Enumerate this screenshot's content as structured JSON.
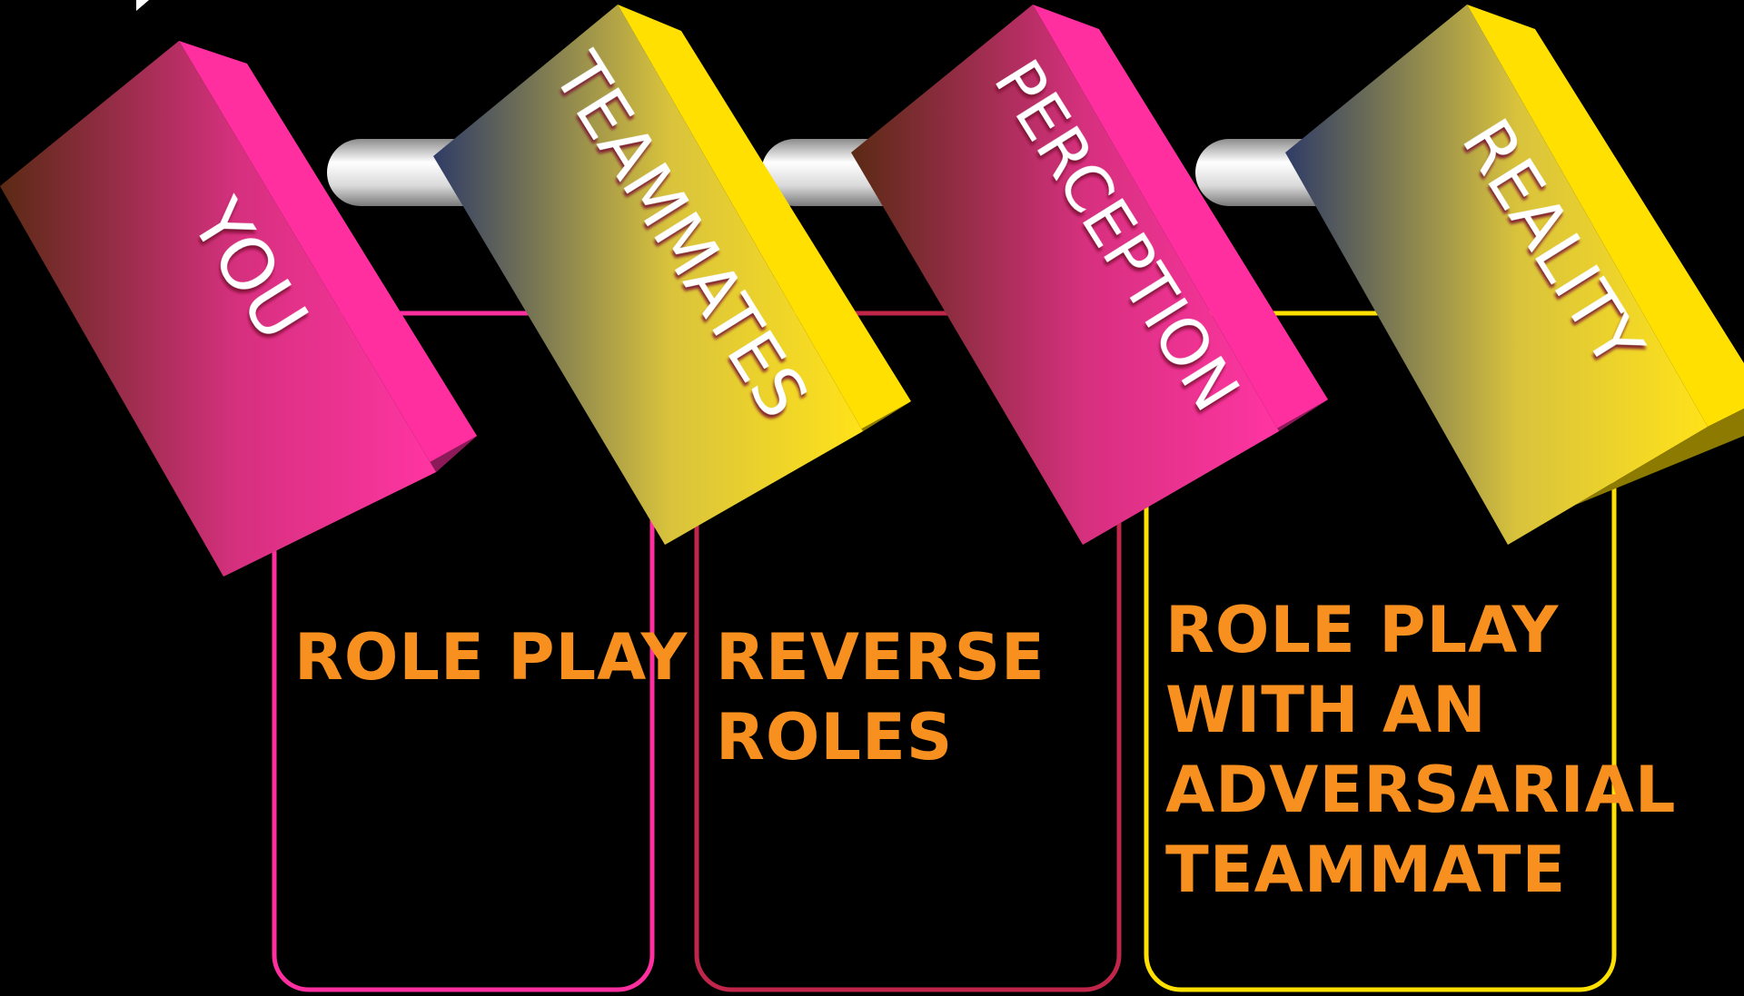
{
  "colors": {
    "background": "#000000",
    "text_orange": "#F7901E",
    "pink": "#FF2FA0",
    "yellow": "#FFE000",
    "crimson": "#C0264A",
    "bar_light": "#F2F2F2",
    "bar_dark": "#9A9A9A"
  },
  "blocks": [
    {
      "label": "YOU",
      "color": "pink"
    },
    {
      "label": "TEAMMATES",
      "color": "yellow"
    },
    {
      "label": "PERCEPTION",
      "color": "pink"
    },
    {
      "label": "REALITY",
      "color": "yellow"
    }
  ],
  "panels": [
    {
      "lines": [
        "ROLE PLAY"
      ],
      "border": "pink"
    },
    {
      "lines": [
        "REVERSE",
        "ROLES"
      ],
      "border": "crimson"
    },
    {
      "lines": [
        "ROLE PLAY",
        "WITH AN",
        "ADVERSARIAL",
        "TEAMMATE"
      ],
      "border": "yellow"
    }
  ]
}
